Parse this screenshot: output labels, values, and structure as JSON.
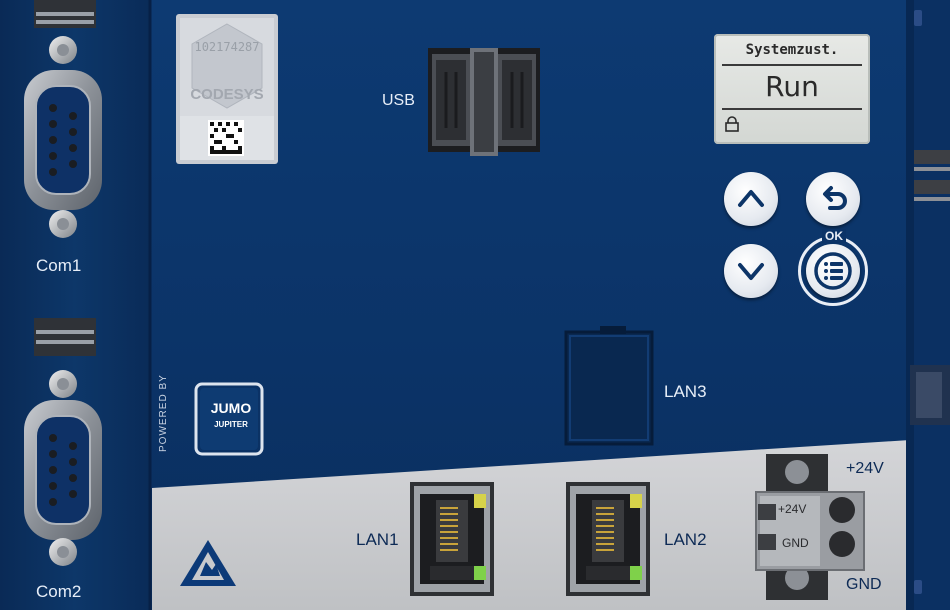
{
  "labels": {
    "com1": "Com1",
    "com2": "Com2",
    "usb": "USB",
    "lan1": "LAN1",
    "lan2": "LAN2",
    "lan3": "LAN3",
    "plus24v_top": "+24V",
    "gnd_bottom": "GND",
    "terminal_plus24v": "+24V",
    "terminal_gnd": "GND",
    "powered_by": "POWERED BY",
    "jumo": "JUMO",
    "jupiter": "JUPITER"
  },
  "sticker": {
    "serial": "102174287",
    "brand": "CODESYS"
  },
  "display": {
    "header": "Systemzust.",
    "status": "Run",
    "lock_icon": "lock-icon"
  },
  "buttons": {
    "up_icon": "chevron-up-icon",
    "down_icon": "chevron-down-icon",
    "back_icon": "back-arrow-icon",
    "ok_label": "OK",
    "menu_icon": "menu-list-icon"
  },
  "colors": {
    "housing_blue": "#0c3566",
    "bottom_grey": "#c9cacd",
    "led_green": "#7fd14a",
    "led_yellow": "#d6d24a"
  }
}
